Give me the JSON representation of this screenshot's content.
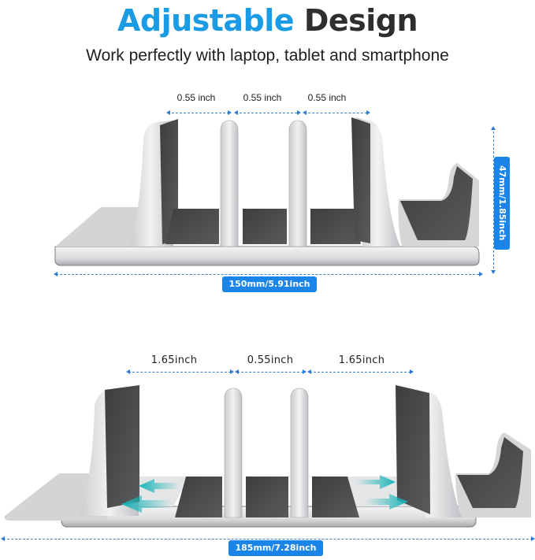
{
  "header": {
    "title_accent": "Adjustable",
    "title_dark": "Design",
    "subtitle": "Work perfectly with laptop, tablet and smartphone"
  },
  "colors": {
    "accent_blue": "#1b9be3",
    "badge_blue": "#1a84e8",
    "dash_blue": "#3b7fc4",
    "arrow_teal": "#19b5b8",
    "silver": "#d8d9db",
    "pad_gray": "#4a4a4c"
  },
  "top_diagram": {
    "slot_gaps": [
      {
        "label": "0.55 inch"
      },
      {
        "label": "0.55 inch"
      },
      {
        "label": "0.55 inch"
      }
    ],
    "height_badge": "47mm/1.85inch",
    "width_badge": "150mm/5.91inch"
  },
  "bottom_diagram": {
    "slot_gaps": [
      {
        "label": "1.65inch"
      },
      {
        "label": "0.55inch"
      },
      {
        "label": "1.65inch"
      }
    ],
    "width_badge": "185mm/7.28inch",
    "adjust_arrows": [
      {
        "direction": "left"
      },
      {
        "direction": "left"
      },
      {
        "direction": "right"
      },
      {
        "direction": "right"
      }
    ]
  }
}
